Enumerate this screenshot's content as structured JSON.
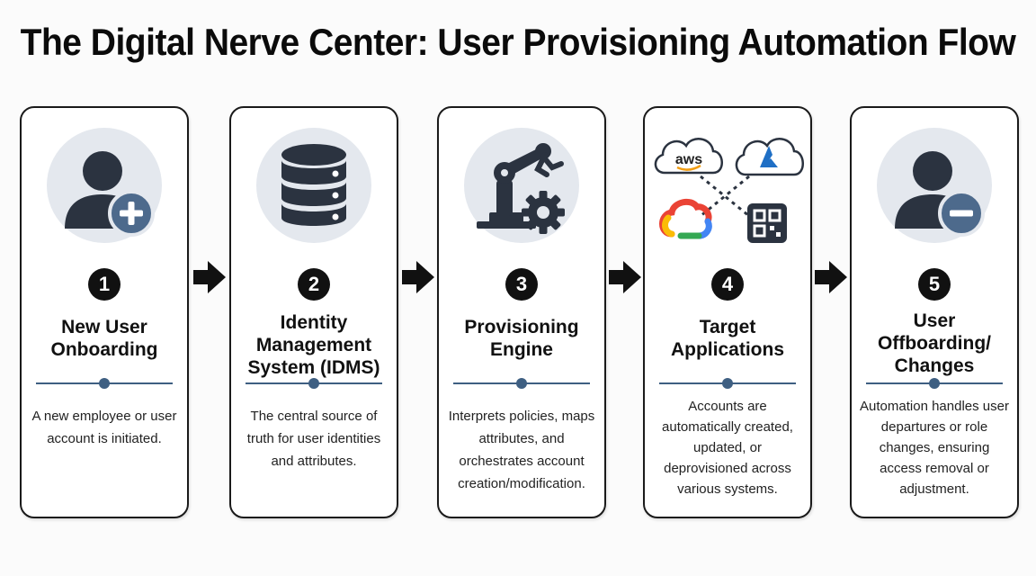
{
  "title": "The Digital Nerve Center: User Provisioning Automation Flow",
  "steps": [
    {
      "number": "1",
      "heading": "New User Onboarding",
      "description": "A new employee or user account is initiated.",
      "icon": "user-plus-icon"
    },
    {
      "number": "2",
      "heading": "Identity Management System (IDMS)",
      "description": "The central source of truth for user identities and attributes.",
      "icon": "database-icon"
    },
    {
      "number": "3",
      "heading": "Provisioning Engine",
      "description": "Interprets policies, maps attributes, and orchestrates account creation/modification.",
      "icon": "robot-arm-gear-icon"
    },
    {
      "number": "4",
      "heading": "Target Applications",
      "description": "Accounts are automatically created, updated, or deprovisioned across various systems.",
      "icon": "cloud-apps-icon"
    },
    {
      "number": "5",
      "heading": "User Offboarding/ Changes",
      "description": "Automation handles user departures or role changes, ensuring access removal or adjustment.",
      "icon": "user-minus-icon"
    }
  ],
  "apps": {
    "aws_label": "aws"
  },
  "colors": {
    "accent": "#3e5f82",
    "icon_dark": "#2b3340",
    "circle_bg": "#e4e8ee",
    "badge": "#4d6a8c"
  }
}
